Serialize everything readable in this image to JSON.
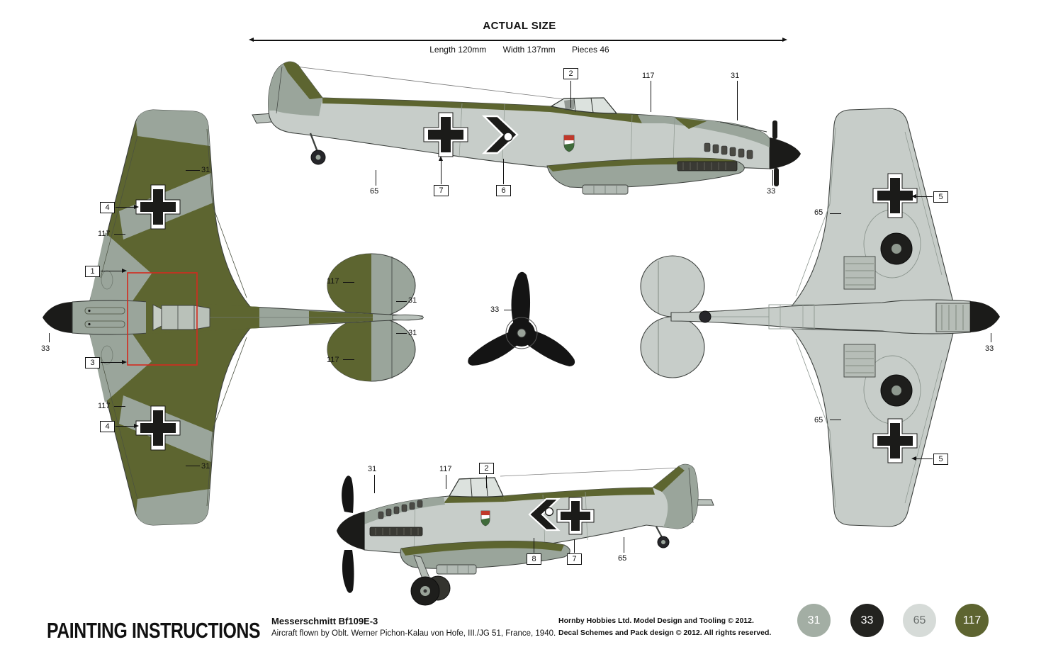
{
  "header": {
    "title": "ACTUAL SIZE",
    "length": "Length 120mm",
    "width": "Width 137mm",
    "pieces": "Pieces 46"
  },
  "callouts": {
    "side_top": [
      "2",
      "117",
      "31",
      "65",
      "7",
      "6",
      "33"
    ],
    "top_view": [
      "31",
      "4",
      "117",
      "1",
      "33",
      "3",
      "117",
      "4",
      "31",
      "117",
      "31",
      "31",
      "117"
    ],
    "propeller": [
      "33"
    ],
    "bottom_view": [
      "5",
      "65",
      "33",
      "65",
      "5"
    ],
    "side_bottom": [
      "31",
      "117",
      "2",
      "8",
      "7",
      "65"
    ]
  },
  "footer": {
    "title": "PAINTING INSTRUCTIONS",
    "subject": "Messerschmitt Bf109E-3",
    "description": "Aircraft flown by Oblt. Werner Pichon-Kalau von Hofe, III./JG 51, France, 1940.",
    "copyright1": "Hornby Hobbies Ltd. Model Design and Tooling © 2012.",
    "copyright2": "Decal Schemes and Pack design © 2012. All rights reserved."
  },
  "paints": [
    {
      "code": "31",
      "hex": "#a3aea4",
      "text_color": "#ffffff"
    },
    {
      "code": "33",
      "hex": "#232320",
      "text_color": "#ffffff"
    },
    {
      "code": "65",
      "hex": "#d6dbd8",
      "text_color": "#6a6f6d"
    },
    {
      "code": "117",
      "hex": "#5d6430",
      "text_color": "#ffffff"
    }
  ],
  "camouflage_colors": {
    "olive": "#5d6530",
    "grey_green": "#9aa59b",
    "light_grey": "#c7cdc9",
    "black": "#1b1b19",
    "decal_outline_red": "#d42a1e"
  }
}
